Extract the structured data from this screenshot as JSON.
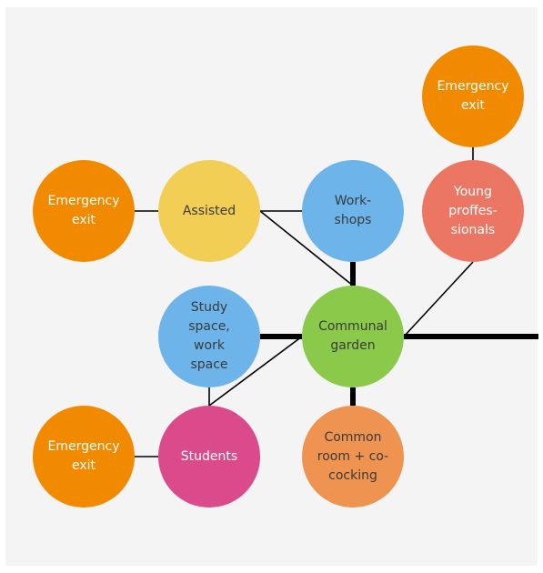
{
  "diagram": {
    "colors": {
      "orange": "#F28A00",
      "yellow": "#F2CE55",
      "blue": "#6CB4EA",
      "salmon": "#EC7664",
      "green": "#8BC94B",
      "magenta": "#DB4B8C",
      "peach": "#EE9450",
      "line": "#000000",
      "text_dark": "#3a3a3a",
      "text_light": "#ffffff"
    },
    "nodes": [
      {
        "id": "emergency-exit-top",
        "label": "Emergency\nexit",
        "color": "orange",
        "text": "text_light"
      },
      {
        "id": "emergency-exit-left",
        "label": "Emergency\nexit",
        "color": "orange",
        "text": "text_light"
      },
      {
        "id": "assisted",
        "label": "Assisted",
        "color": "yellow",
        "text": "text_dark"
      },
      {
        "id": "workshops",
        "label": "Work-\nshops",
        "color": "blue",
        "text": "text_dark"
      },
      {
        "id": "young-professionals",
        "label": "Young\nproffes-\nsionals",
        "color": "salmon",
        "text": "text_light"
      },
      {
        "id": "study-space",
        "label": "Study\nspace,\nwork\nspace",
        "color": "blue",
        "text": "text_dark"
      },
      {
        "id": "communal-garden",
        "label": "Communal\ngarden",
        "color": "green",
        "text": "text_dark"
      },
      {
        "id": "emergency-exit-bottom",
        "label": "Emergency\nexit",
        "color": "orange",
        "text": "text_light"
      },
      {
        "id": "students",
        "label": "Students",
        "color": "magenta",
        "text": "text_light"
      },
      {
        "id": "common-room",
        "label": "Common\nroom + co-\ncocking",
        "color": "peach",
        "text": "text_dark"
      }
    ],
    "edges": [
      {
        "from": "emergency-exit-top",
        "to": "young-professionals",
        "weight": "thin"
      },
      {
        "from": "emergency-exit-left",
        "to": "assisted",
        "weight": "thin"
      },
      {
        "from": "assisted",
        "to": "workshops",
        "weight": "thin"
      },
      {
        "from": "assisted",
        "to": "communal-garden",
        "weight": "thin"
      },
      {
        "from": "workshops",
        "to": "communal-garden",
        "weight": "thick"
      },
      {
        "from": "young-professionals",
        "to": "communal-garden",
        "weight": "thin"
      },
      {
        "from": "study-space",
        "to": "communal-garden",
        "weight": "thick"
      },
      {
        "from": "students",
        "to": "communal-garden",
        "weight": "thin"
      },
      {
        "from": "study-space",
        "to": "students",
        "weight": "thin"
      },
      {
        "from": "emergency-exit-bottom",
        "to": "students",
        "weight": "thin"
      },
      {
        "from": "communal-garden",
        "to": "common-room",
        "weight": "thick"
      },
      {
        "from": "communal-garden",
        "to": "right-edge",
        "weight": "thick"
      }
    ]
  }
}
